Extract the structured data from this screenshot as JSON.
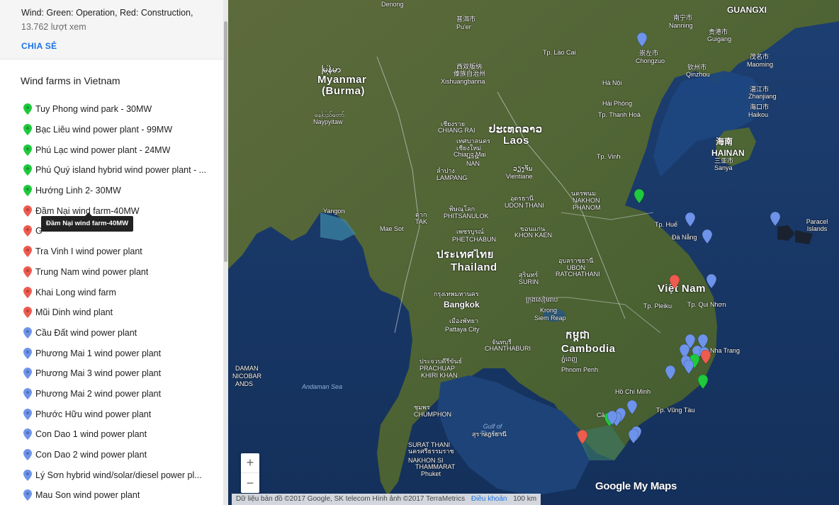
{
  "sidebar": {
    "description": "Wind: Green: Operation, Red: Construction,",
    "views": "13.762 lượt xem",
    "share_label": "CHIA SẺ",
    "layer_title": "Wind farms in Vietnam",
    "tooltip": "Đầm Nại wind farm-40MW",
    "items": [
      {
        "label": "Tuy Phong wind park - 30MW",
        "color": "green"
      },
      {
        "label": "Bạc Liêu wind power plant - 99MW",
        "color": "green"
      },
      {
        "label": "Phú Lạc wind power plant - 24MW",
        "color": "green"
      },
      {
        "label": "Phú Quý island hybrid wind power plant - ...",
        "color": "green"
      },
      {
        "label": "Hướng Linh 2- 30MW",
        "color": "green"
      },
      {
        "label": "Đầm Nại wind farm-40MW",
        "color": "red"
      },
      {
        "label": "G",
        "color": "red"
      },
      {
        "label": "Tra Vinh I wind power plant",
        "color": "red"
      },
      {
        "label": "Trung Nam wind power plant",
        "color": "red"
      },
      {
        "label": "Khai Long wind farm",
        "color": "red"
      },
      {
        "label": "Mũi Dinh wind plant",
        "color": "red"
      },
      {
        "label": "Cầu Đất wind power plant",
        "color": "blue"
      },
      {
        "label": "Phương Mai 1 wind power plant",
        "color": "blue"
      },
      {
        "label": "Phương Mai 3 wind power plant",
        "color": "blue"
      },
      {
        "label": "Phương Mai 2 wind power plant",
        "color": "blue"
      },
      {
        "label": "Phước Hữu wind power plant",
        "color": "blue"
      },
      {
        "label": "Con Dao 1 wind power plant",
        "color": "blue"
      },
      {
        "label": "Con Dao 2 wind power plant",
        "color": "blue"
      },
      {
        "label": "Lý Sơn hybrid wind/solar/diesel power pl...",
        "color": "blue"
      },
      {
        "label": "Mau Son wind power plant",
        "color": "blue"
      }
    ]
  },
  "colors": {
    "green": "#1ec93c",
    "red": "#ee5b4f",
    "blue": "#6d93ea",
    "link": "#1a73e8"
  },
  "map": {
    "labels": [
      "Denong",
      "普洱市",
      "Pu'er",
      "南宁市",
      "Nanning",
      "贵港市",
      "Guigang",
      "GUANGXI",
      "Tp. Lào Cai",
      "崇左市",
      "Chongzuo",
      "钦州市",
      "Qinzhou",
      "茂名市",
      "Maoming",
      "မြန်မာ",
      "Myanmar",
      "(Burma)",
      "西双版纳",
      "傣族自治州",
      "Xishuangbanna",
      "Hà Nội",
      "Hải Phòng",
      "湛江市",
      "Zhanjiang",
      "海口市",
      "Haikou",
      "နေပြည်တော်",
      "Naypyitaw",
      "เชียงราย",
      "CHIANG RAI",
      "ປະເທດລາວ",
      "Laos",
      "Tp. Thanh Hoá",
      "เทศบาลนคร",
      "เชียงใหม่",
      "Chiang Mai",
      "น่าน",
      "NAN",
      "海南",
      "HAINAN",
      "三亚市",
      "Sanya",
      "Tp. Vinh",
      "ลำปาง",
      "LAMPANG",
      "ວຽງຈັນ",
      "Vientiane",
      "นครพนม",
      "NAKHON",
      "PHANOM",
      "อุดรธานี",
      "UDON THANI",
      "Yangon",
      "Mae Sot",
      "ตาก",
      "TAK",
      "พิษณุโลก",
      "PHITSANULOK",
      "Paracel Islands",
      "Tp. Huế",
      "Đà Nẵng",
      "เพชรบูรณ์",
      "PHETCHABUN",
      "ขอนแก่น",
      "KHON KAEN",
      "ประเทศไทย",
      "Thailand",
      "อุบลราชธานี",
      "UBON",
      "RATCHATHANI",
      "สุรินทร์",
      "SURIN",
      "Việt Nam",
      "Tp. Pleiku",
      "Tp. Qui Nhơn",
      "กรุงเทพมหานคร",
      "Bangkok",
      "ក្រុងសៀមរាប",
      "Krong",
      "Siem Reap",
      "เมืองพัทยา",
      "Pattaya City",
      "จันทบุรี",
      "CHANTHABURI",
      "កម្ពុជា",
      "Cambodia",
      "ភ្នំពេញ",
      "Phnom Penh",
      "Nha Trang",
      "DAMAN",
      "NICOBAR",
      "ANDS",
      "Andaman Sea",
      "ประจวบคีรีขันธ์",
      "PRACHUAP",
      "KHIRI KHAN",
      "Hồ Chí Minh",
      "ชุมพร",
      "CHUMPHON",
      "Tp. Vũng Tàu",
      "Cần Thơ",
      "Gulf of Thailand",
      "สุราษฎร์ธานี",
      "SURAT THANI",
      "นครศรีธรรมราช",
      "NAKHON SI",
      "THAMMARAT",
      "Phuket"
    ],
    "zoom_in": "+",
    "zoom_out": "−",
    "logo": "Google My Maps",
    "attribution": "Dữ liệu bản đồ ©2017 Google, SK telecom Hình ảnh ©2017 TerraMetrics",
    "terms": "Điều khoản",
    "scale": "100 km"
  }
}
